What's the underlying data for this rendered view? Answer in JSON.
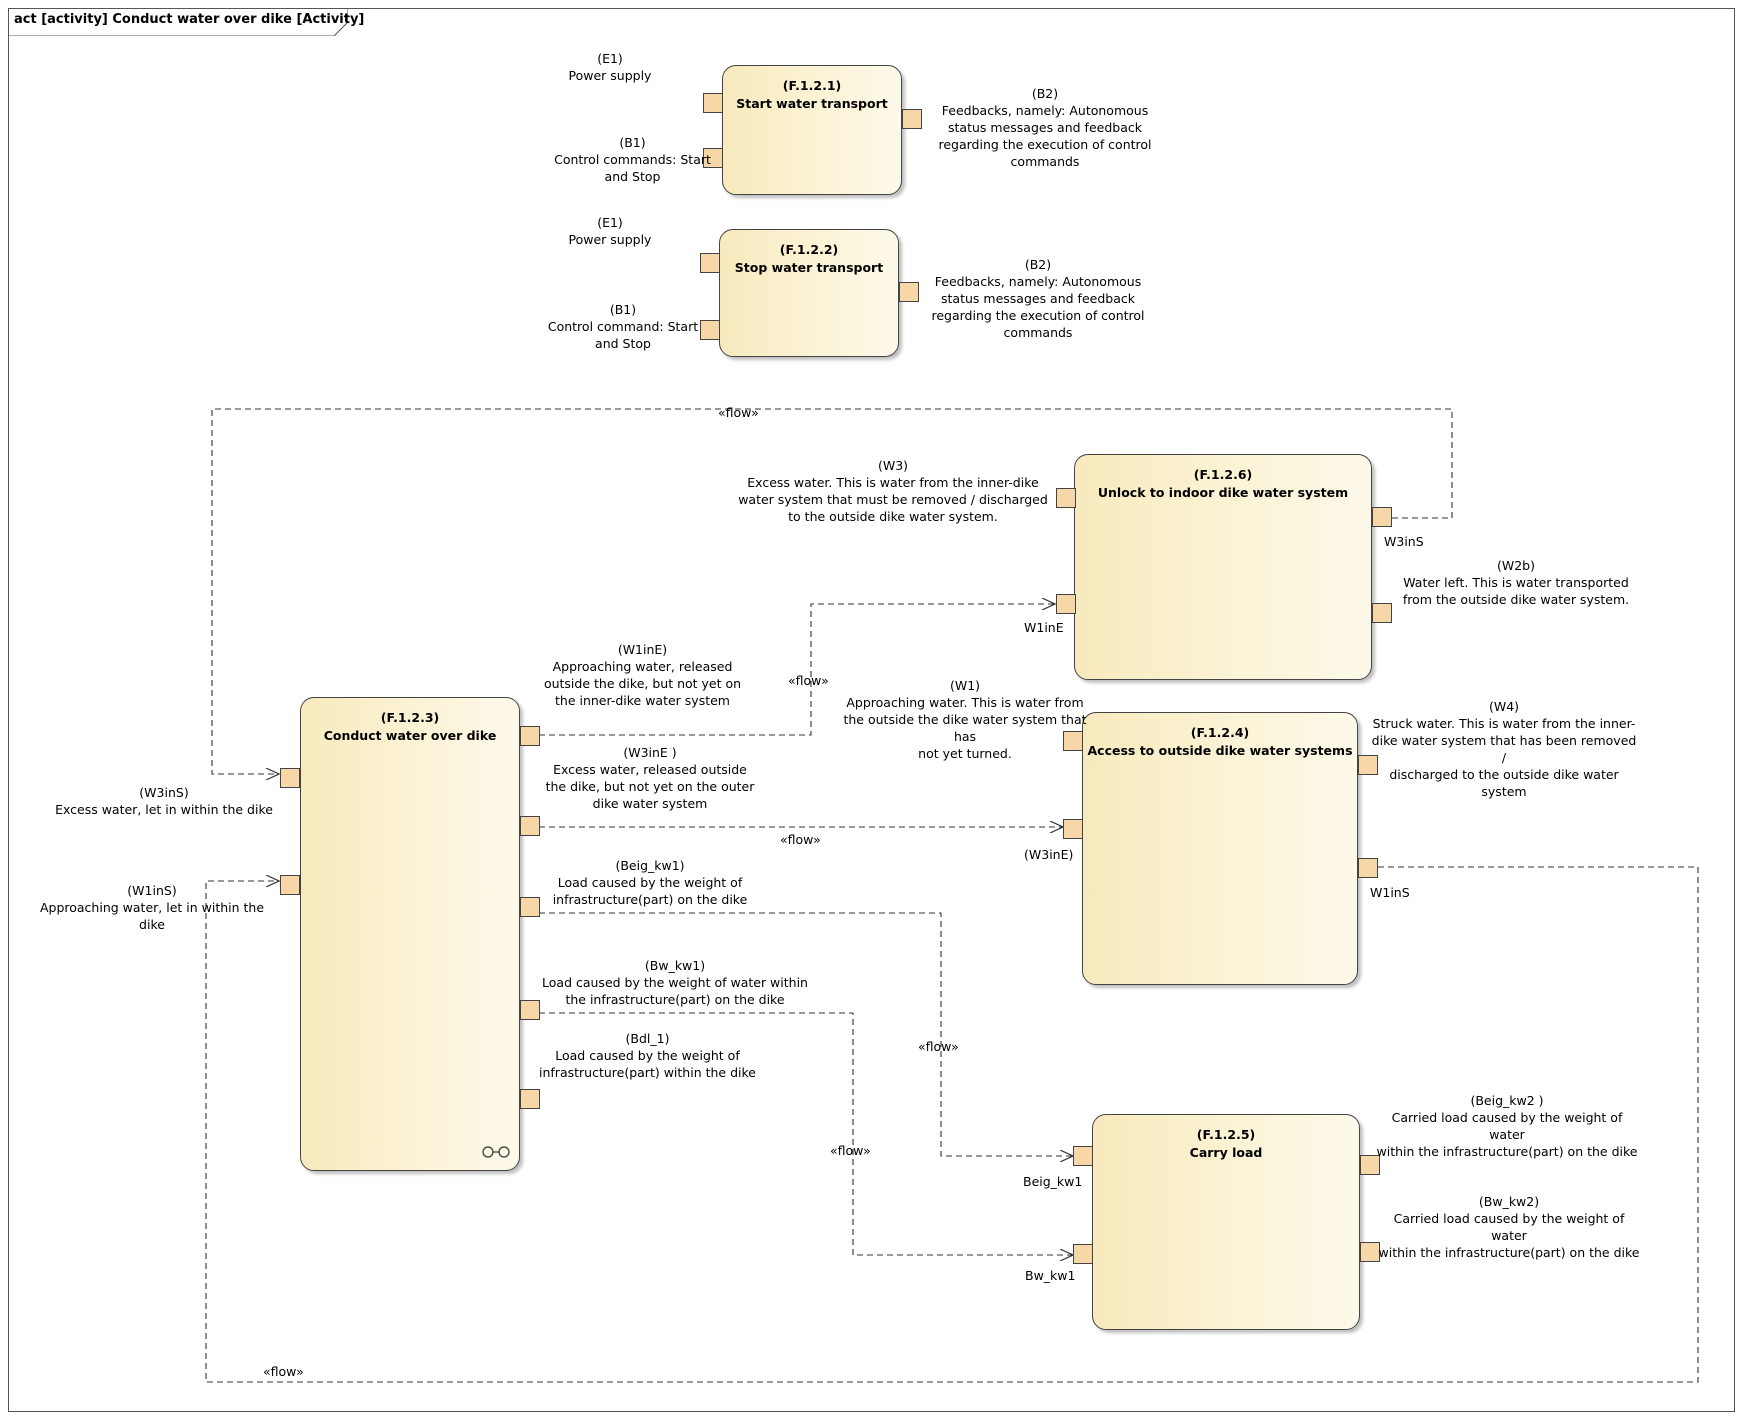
{
  "frame": {
    "title": "act [activity] Conduct water over dike [Activity]"
  },
  "flow_label": "«flow»",
  "actions": {
    "start": {
      "id": "(F.1.2.1)",
      "name": "Start water transport"
    },
    "stop": {
      "id": "(F.1.2.2)",
      "name": "Stop water transport"
    },
    "unlock": {
      "id": "(F.1.2.6)",
      "name": "Unlock to indoor dike water system"
    },
    "conduct": {
      "id": "(F.1.2.3)",
      "name": "Conduct water over dike"
    },
    "access": {
      "id": "(F.1.2.4)",
      "name": "Access to outside dike water systems"
    },
    "carry": {
      "id": "(F.1.2.5)",
      "name": "Carry load"
    }
  },
  "labels": {
    "start_e1": "(E1)\nPower supply",
    "start_b1": "(B1)\nControl commands: Start\nand Stop",
    "start_b2": "(B2)\nFeedbacks, namely: Autonomous\nstatus messages and feedback\nregarding the execution of control\ncommands",
    "stop_e1": "(E1)\nPower supply",
    "stop_b1": "(B1)\nControl command: Start\nand Stop",
    "stop_b2": "(B2)\nFeedbacks, namely: Autonomous\nstatus messages and feedback\nregarding the execution of control\ncommands",
    "unlock_w3": "(W3)\nExcess water. This is water from the inner-dike\nwater system that must be removed / discharged\nto the outside dike water system.",
    "unlock_w2b": "(W2b)\nWater left. This is water transported\nfrom the outside dike water system.",
    "conduct_w1ine": "(W1inE)\nApproaching water, released\noutside the dike, but not yet on\nthe inner-dike water system",
    "conduct_w3ine": "(W3inE )\nExcess water, released outside\nthe dike, but not yet on the outer\ndike water system",
    "conduct_beig": "(Beig_kw1)\nLoad caused by the weight of\ninfrastructure(part) on the dike",
    "conduct_bw": "(Bw_kw1)\nLoad caused by the weight of water within\nthe infrastructure(part) on the dike",
    "conduct_bdl": "(Bdl_1)\nLoad caused by the weight of\ninfrastructure(part) within the dike",
    "conduct_w3ins": "(W3inS)\nExcess water, let in within the dike",
    "conduct_w1ins": "(W1inS)\nApproaching water, let in within the\ndike",
    "access_w1": "(W1)\nApproaching water. This is water from\nthe outside the dike water system that has\nnot yet turned.",
    "access_w4": "(W4)\nStruck water. This is water from the inner-\ndike water system that has been removed /\ndischarged to the outside dike water\nsystem",
    "carry_beig2": "(Beig_kw2 )\nCarried load caused by the weight of water\nwithin the infrastructure(part) on the dike",
    "carry_bw2": "(Bw_kw2)\nCarried load caused by the weight of water\nwithin the infrastructure(part) on the dike"
  },
  "pin_names": {
    "unlock_w3ins": "W3inS",
    "unlock_w1ine": "W1inE",
    "access_w3ine": "(W3inE)",
    "access_w1ins": "W1inS",
    "carry_beig": "Beig_kw1",
    "carry_bw": "Bw_kw1"
  }
}
